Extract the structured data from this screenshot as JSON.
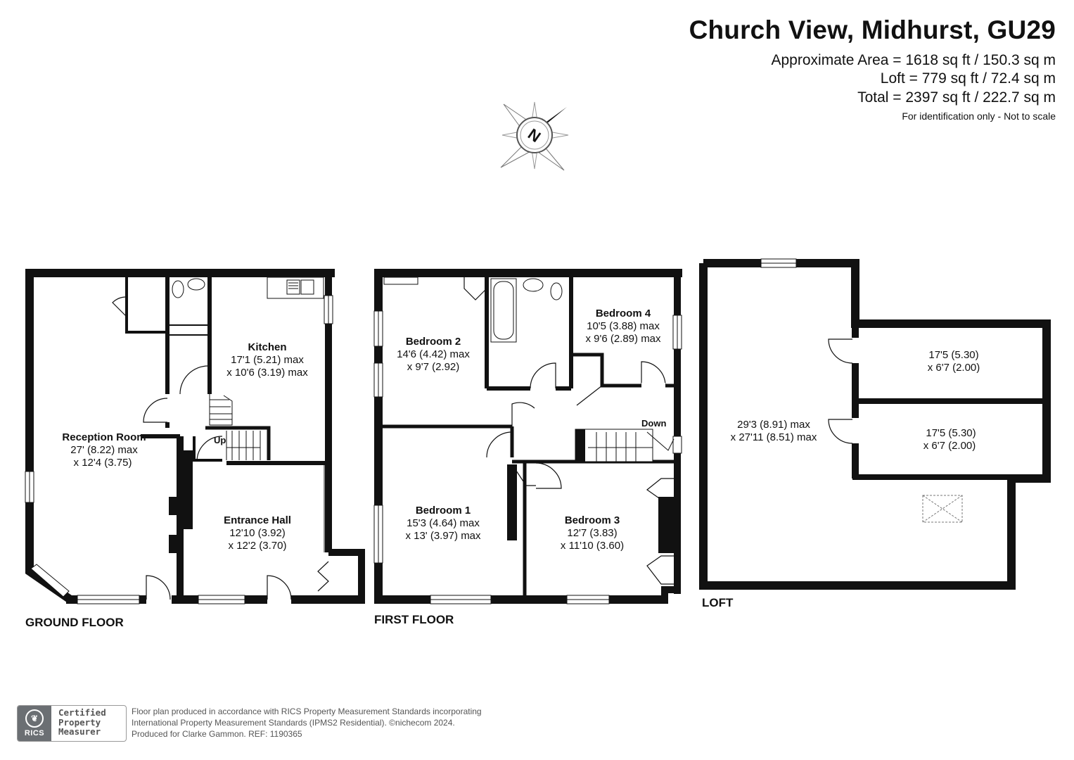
{
  "header": {
    "title": "Church View, Midhurst, GU29",
    "area_approx": "Approximate Area = 1618 sq ft / 150.3 sq m",
    "area_loft": "Loft = 779 sq ft / 72.4 sq m",
    "area_total": "Total = 2397 sq ft / 222.7 sq m",
    "note": "For identification only - Not to scale"
  },
  "compass": {
    "icon": "compass-icon",
    "letter": "N"
  },
  "ground_floor": {
    "label": "GROUND FLOOR",
    "reception": {
      "name": "Reception Room",
      "dim1": "27' (8.22) max",
      "dim2": "x 12'4 (3.75)"
    },
    "kitchen": {
      "name": "Kitchen",
      "dim1": "17'1 (5.21) max",
      "dim2": "x 10'6 (3.19) max"
    },
    "hall": {
      "name": "Entrance Hall",
      "dim1": "12'10 (3.92)",
      "dim2": "x 12'2 (3.70)"
    },
    "stairs_label": "Up"
  },
  "first_floor": {
    "label": "FIRST FLOOR",
    "bedroom2": {
      "name": "Bedroom 2",
      "dim1": "14'6 (4.42) max",
      "dim2": "x 9'7 (2.92)"
    },
    "bedroom4": {
      "name": "Bedroom 4",
      "dim1": "10'5 (3.88) max",
      "dim2": "x 9'6 (2.89) max"
    },
    "bedroom1": {
      "name": "Bedroom 1",
      "dim1": "15'3 (4.64) max",
      "dim2": "x 13' (3.97) max"
    },
    "bedroom3": {
      "name": "Bedroom 3",
      "dim1": "12'7 (3.83)",
      "dim2": "x 11'10 (3.60)"
    },
    "stairs_label": "Down"
  },
  "loft": {
    "label": "LOFT",
    "main": {
      "dim1": "29'3 (8.91) max",
      "dim2": "x 27'11 (8.51) max"
    },
    "room_a": {
      "dim1": "17'5 (5.30)",
      "dim2": "x 6'7 (2.00)"
    },
    "room_b": {
      "dim1": "17'5 (5.30)",
      "dim2": "x 6'7 (2.00)"
    }
  },
  "footer": {
    "rics_logo_text": "RICS",
    "cert_line1": "Certified",
    "cert_line2": "Property",
    "cert_line3": "Measurer",
    "line1": "Floor plan produced in accordance with RICS Property Measurement Standards incorporating",
    "line2": "International Property Measurement Standards (IPMS2 Residential).  ©nichecom 2024.",
    "line3": "Produced for Clarke Gammon.    REF: 1190365"
  }
}
